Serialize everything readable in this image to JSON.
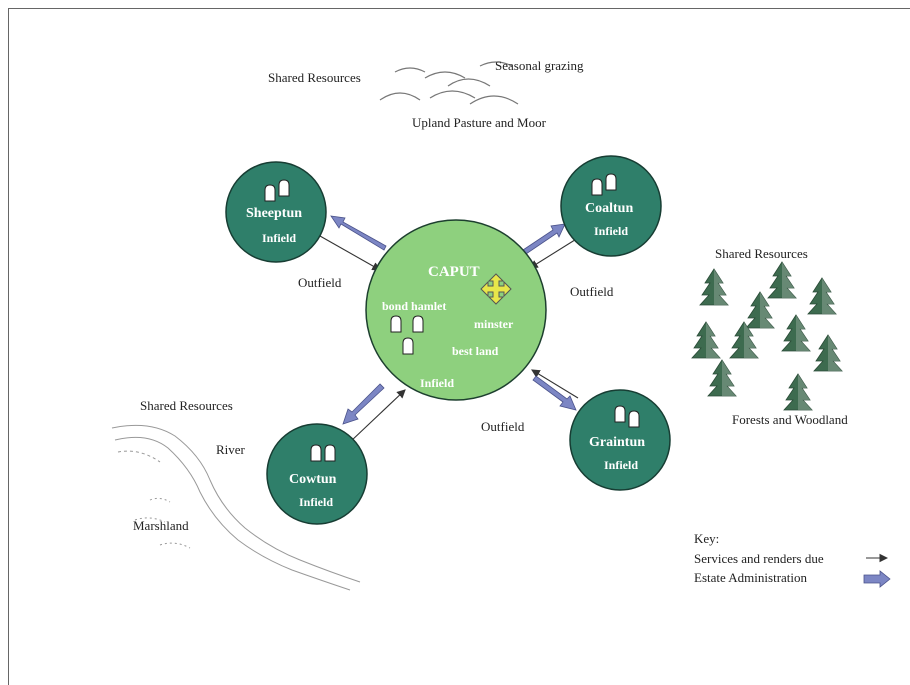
{
  "colors": {
    "settlement_fill": "#2f7f6a",
    "caput_fill": "#8ed07e",
    "admin_arrow": "#7c86c4",
    "cross": "#e8e64a"
  },
  "upland": {
    "shared_label": "Shared Resources",
    "seasonal_label": "Seasonal grazing",
    "title": "Upland Pasture and Moor"
  },
  "caput": {
    "title": "CAPUT",
    "bond_hamlet": "bond hamlet",
    "minster": "minster",
    "best_land": "best land",
    "infield": "Infield"
  },
  "settlements": [
    {
      "name": "Sheeptun",
      "infield": "Infield"
    },
    {
      "name": "Coaltun",
      "infield": "Infield"
    },
    {
      "name": "Cowtun",
      "infield": "Infield"
    },
    {
      "name": "Graintun",
      "infield": "Infield"
    }
  ],
  "outfields": [
    "Outfield",
    "Outfield",
    "Outfield"
  ],
  "forest": {
    "shared_label": "Shared Resources",
    "title": "Forests and Woodland"
  },
  "river": {
    "shared_label": "Shared Resources",
    "river_label": "River",
    "marsh_label": "Marshland"
  },
  "key": {
    "title": "Key:",
    "services": "Services and renders due",
    "admin": "Estate Administration"
  }
}
